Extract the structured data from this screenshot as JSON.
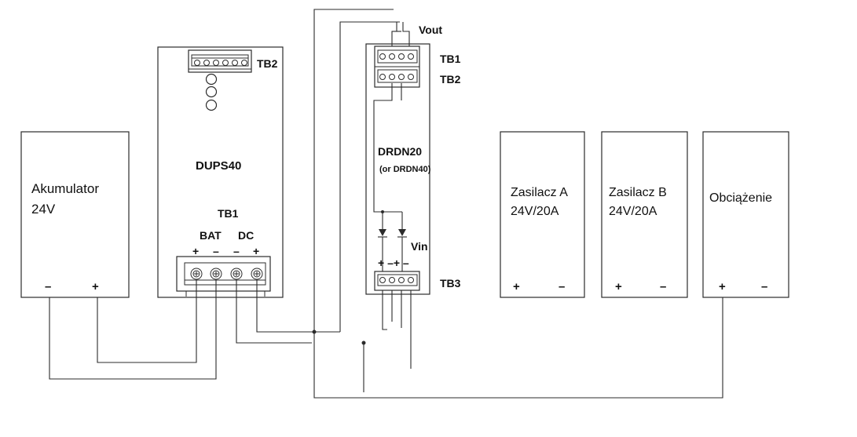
{
  "devices": {
    "akumulator": {
      "line1": "Akumulator",
      "line2": "24V",
      "minus": "–",
      "plus": "+"
    },
    "dups": {
      "name": "DUPS40",
      "tb2": "TB2",
      "tb1": "TB1",
      "bat": "BAT",
      "dc": "DC",
      "pol1": "+",
      "pol2": "–",
      "pol3": "–",
      "pol4": "+"
    },
    "drdn": {
      "name": "DRDN20",
      "sub": "(or DRDN40)",
      "vout": "Vout",
      "tb1": "TB1",
      "tb2": "TB2",
      "tb3": "TB3",
      "vin": "Vin",
      "pol": "+ –+ –"
    },
    "zasilacz_a": {
      "line1": "Zasilacz A",
      "line2": "24V/20A",
      "plus": "+",
      "minus": "–"
    },
    "zasilacz_b": {
      "line1": "Zasilacz B",
      "line2": "24V/20A",
      "plus": "+",
      "minus": "–"
    },
    "obciazenie": {
      "line1": "Obciążenie",
      "plus": "+",
      "minus": "–"
    }
  }
}
